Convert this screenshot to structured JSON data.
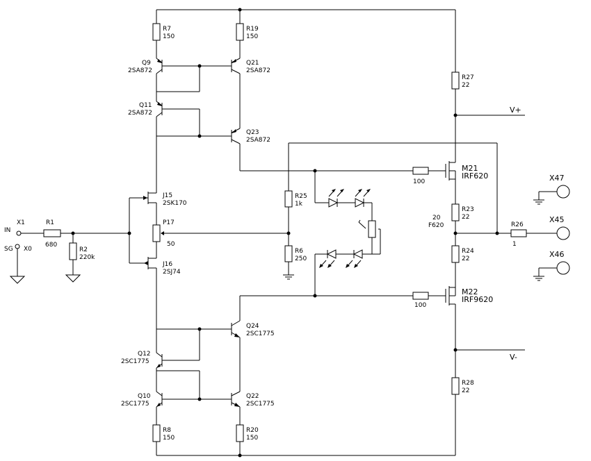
{
  "components": {
    "r7": {
      "ref": "R7",
      "value": "150"
    },
    "r19": {
      "ref": "R19",
      "value": "150"
    },
    "q9": {
      "ref": "Q9",
      "part": "2SA872"
    },
    "q21": {
      "ref": "Q21",
      "part": "2SA872"
    },
    "q11": {
      "ref": "Q11",
      "part": "2SA872"
    },
    "q23": {
      "ref": "Q23",
      "part": "2SA872"
    },
    "r27": {
      "ref": "R27",
      "value": "22"
    },
    "j15": {
      "ref": "J15",
      "part": "2SK170"
    },
    "j16": {
      "ref": "J16",
      "part": "2SJ74"
    },
    "p17": {
      "ref": "P17",
      "value": "50"
    },
    "r1": {
      "ref": "R1",
      "value": "680"
    },
    "r2": {
      "ref": "R2",
      "value": "220k"
    },
    "r25": {
      "ref": "R25",
      "value": "1k"
    },
    "r6": {
      "ref": "R6",
      "value": "250"
    },
    "m21": {
      "ref": "M21",
      "part": "IRF620",
      "gate_r": "100"
    },
    "m22": {
      "ref": "M22",
      "part": "IRF9620",
      "gate_r": "100"
    },
    "r23": {
      "ref": "R23",
      "value": "22"
    },
    "r24": {
      "ref": "R24",
      "value": "22"
    },
    "r26": {
      "ref": "R26",
      "value": "1"
    },
    "r28": {
      "ref": "R28",
      "value": "22"
    },
    "f620": {
      "line1": "20",
      "line2": "F620"
    },
    "q24": {
      "ref": "Q24",
      "part": "2SC1775"
    },
    "q12": {
      "ref": "Q12",
      "part": "2SC1775"
    },
    "q10": {
      "ref": "Q10",
      "part": "2SC1775"
    },
    "q22": {
      "ref": "Q22",
      "part": "2SC1775"
    },
    "r8": {
      "ref": "R8",
      "value": "150"
    },
    "r20": {
      "ref": "R20",
      "value": "150"
    }
  },
  "connectors": {
    "x1": "X1",
    "x0": "X0",
    "in": "IN",
    "sg": "SG",
    "x47": "X47",
    "x45": "X45",
    "x46": "X46"
  },
  "rails": {
    "vplus": "V+",
    "vminus": "V-"
  }
}
